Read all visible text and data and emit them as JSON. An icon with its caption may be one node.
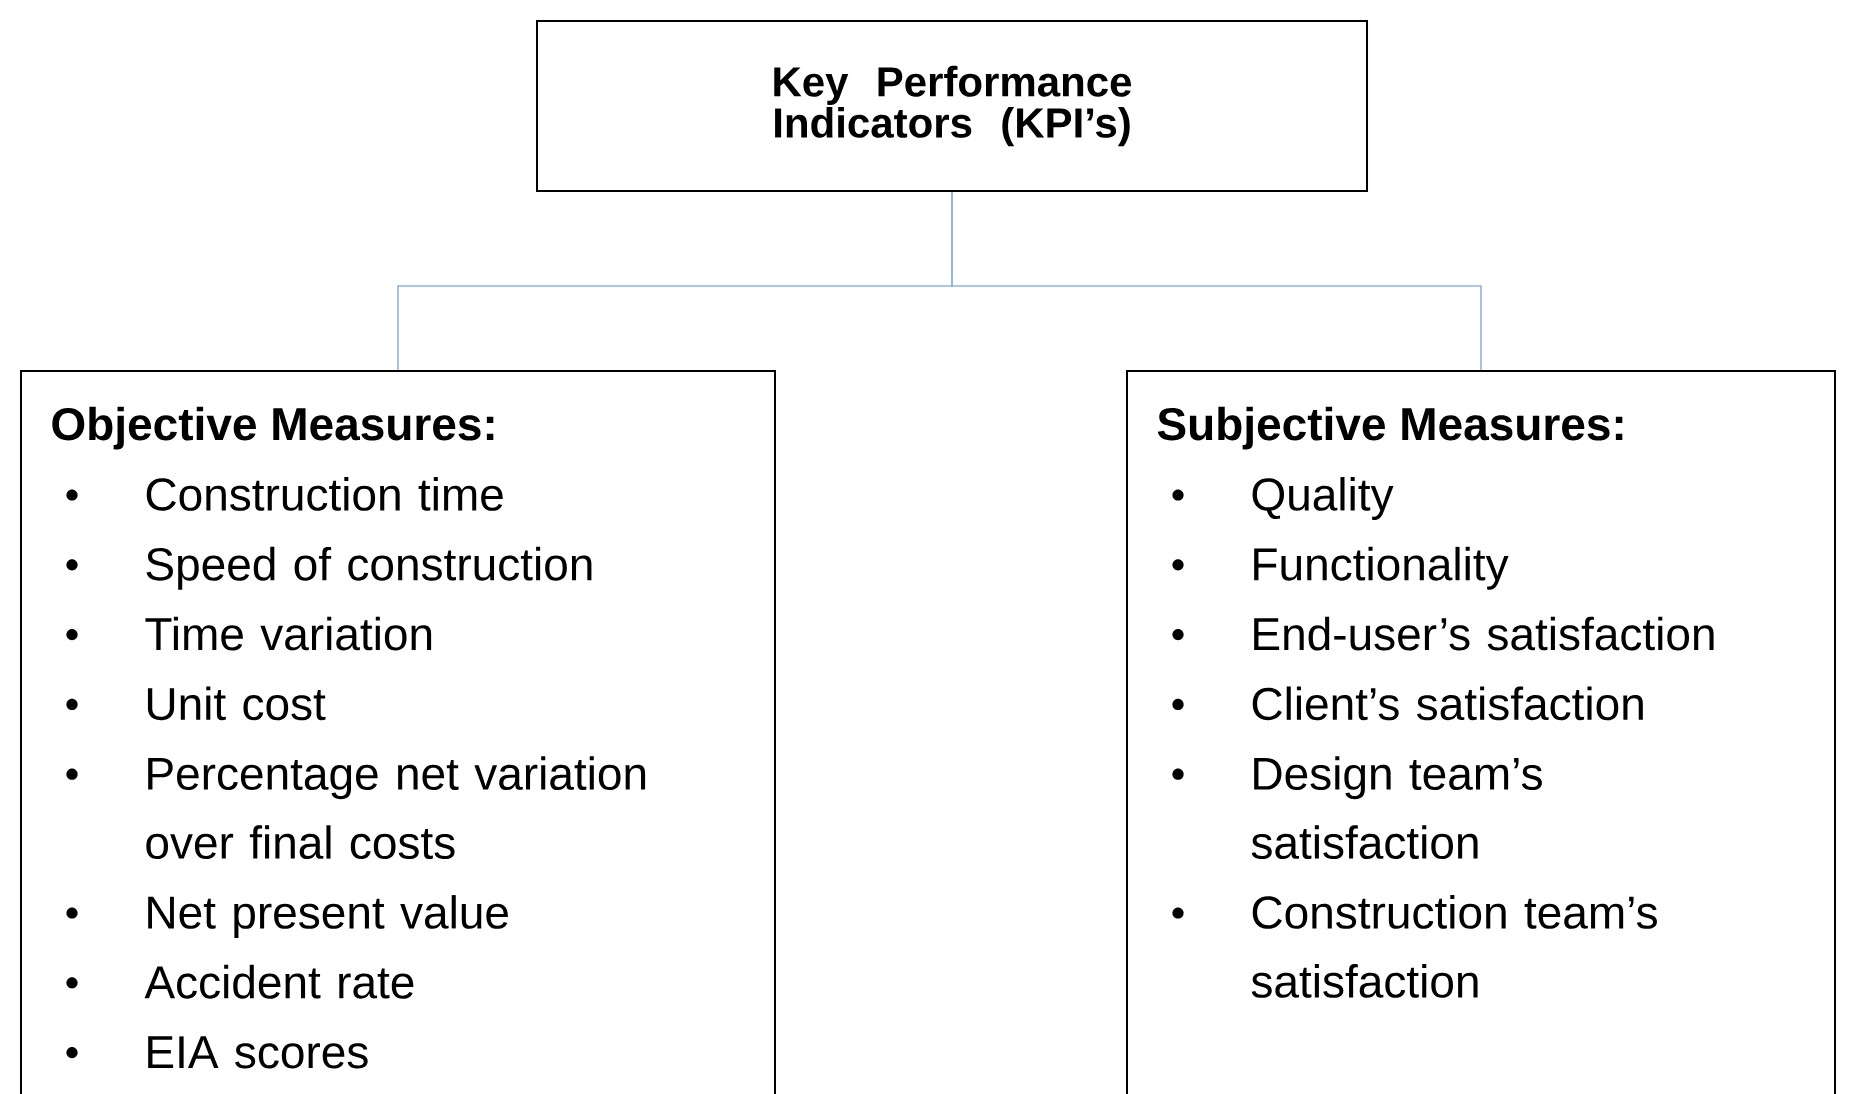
{
  "diagram": {
    "nodes": [
      {
        "text": [
          "Key Performance Indicators (KPI’s)"
        ]
      },
      {
        "text": [
          "Objective Measures:",
          "Construction time",
          "Speed of construction",
          "Time variation",
          "Unit cost",
          "Percentage net variation over final costs",
          "Net present value",
          "Accident rate",
          "EIA scores"
        ]
      },
      {
        "text": [
          "Subjective Measures:",
          "Quality",
          "Functionality",
          "End-user’s satisfaction",
          "Client’s satisfaction",
          "Design team’s satisfaction",
          "Construction team’s satisfaction"
        ]
      }
    ],
    "edges": [
      {
        "from": 0,
        "to": 1,
        "arrow": "none"
      },
      {
        "from": 0,
        "to": 2,
        "arrow": "none"
      }
    ]
  }
}
